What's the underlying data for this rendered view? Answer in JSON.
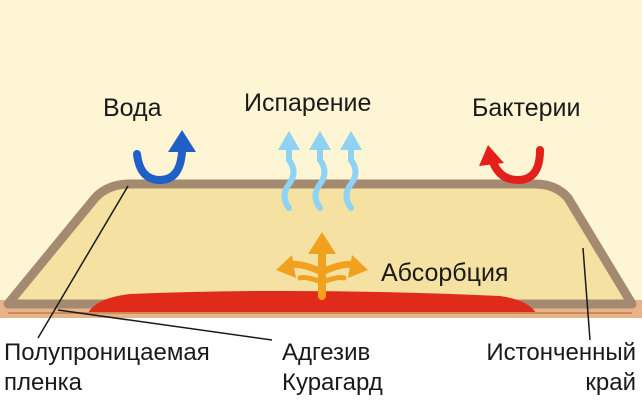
{
  "labels": {
    "water": "Вода",
    "evaporation": "Испарение",
    "bacteria": "Бактерии",
    "absorption": "Абсорбция",
    "film_line1": "Полупроницаемая",
    "film_line2": "пленка",
    "adhesive_line1": "Адгезив",
    "adhesive_line2": "Курагард",
    "edge_line1": "Истонченный",
    "edge_line2": "край"
  },
  "colors": {
    "background": "#ffffff",
    "panel": "#fdf5d3",
    "dressing_fill": "#f5e2a2",
    "dressing_outline": "#a48a70",
    "skin": "#e8b388",
    "wound": "#e02a1a",
    "water_arrow": "#1f5fc8",
    "evaporation_arrow": "#8ed3f4",
    "bacteria_arrow": "#e3201b",
    "absorption_arrow": "#f2a11e"
  },
  "icons": {
    "water": "u-turn-up-arrow-icon",
    "evaporation": "wavy-up-arrow-icon",
    "bacteria": "u-turn-down-arrow-icon",
    "absorption": "spreading-arrows-icon"
  }
}
